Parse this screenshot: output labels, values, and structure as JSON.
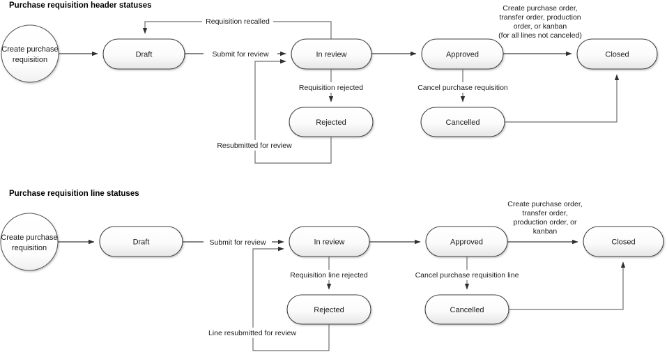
{
  "diagrams": [
    {
      "title": "Purchase requisition header statuses",
      "nodes": {
        "start": "Create purchase\nrequisition",
        "start_line1": "Create purchase",
        "start_line2": "requisition",
        "draft": "Draft",
        "in_review": "In review",
        "approved": "Approved",
        "closed": "Closed",
        "rejected": "Rejected",
        "cancelled": "Cancelled"
      },
      "edges": {
        "submit_for_review": "Submit for review",
        "requisition_recalled": "Requisition recalled",
        "requisition_rejected": "Requisition rejected",
        "resubmitted_for_review": "Resubmitted for review",
        "cancel_purchase_requisition": "Cancel purchase requisition",
        "close_line1": "Create purchase order,",
        "close_line2": "transfer order, production",
        "close_line3": "order, or kanban",
        "close_line4": "(for all lines not canceled)"
      }
    },
    {
      "title": "Purchase requisition line  statuses",
      "nodes": {
        "start_line1": "Create purchase",
        "start_line2": "requisition",
        "draft": "Draft",
        "in_review": "In review",
        "approved": "Approved",
        "closed": "Closed",
        "rejected": "Rejected",
        "cancelled": "Cancelled"
      },
      "edges": {
        "submit_for_review": "Submit for review",
        "requisition_line_rejected": "Requisition line rejected",
        "line_resubmitted_for_review": "Line resubmitted for review",
        "cancel_purchase_requisition_line": "Cancel purchase requisition line",
        "close_line1": "Create purchase order,",
        "close_line2": "transfer order,",
        "close_line3": "production order, or",
        "close_line4": "kanban"
      }
    }
  ],
  "colors": {
    "background": "#ffffff",
    "node_fill_top": "#ffffff",
    "node_fill_bottom": "#eaeaea",
    "node_stroke": "#3f3f3f",
    "connector": "#6d6d6d",
    "connector_dark": "#3a3a3a",
    "text": "#1a1a1a"
  }
}
